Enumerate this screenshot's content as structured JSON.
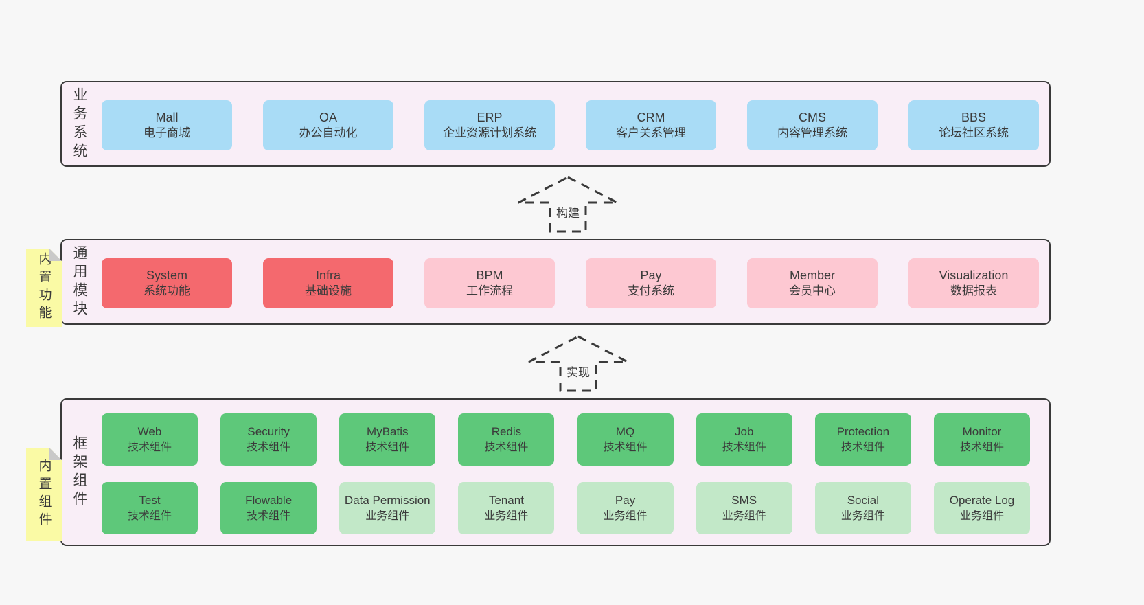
{
  "palette": {
    "page_bg": "#f7f7f7",
    "panel_bg": "#f9eef7",
    "panel_border": "#3a3a3a",
    "blue_box": "#a9dcf6",
    "red_box": "#f4696e",
    "pink_box": "#fdc8d2",
    "green_dark_box": "#5ec87a",
    "green_light_box": "#c2e8c8",
    "sticky_yellow": "#fafaa5",
    "sticky_fold_gray": "#c9c9c9",
    "text": "#3b3b3b"
  },
  "arrows": [
    {
      "label": "构建"
    },
    {
      "label": "实现"
    }
  ],
  "layers": {
    "business": {
      "side_label": "业务系统",
      "boxes": [
        {
          "name": "Mall",
          "desc": "电子商城",
          "variant": "blue"
        },
        {
          "name": "OA",
          "desc": "办公自动化",
          "variant": "blue"
        },
        {
          "name": "ERP",
          "desc": "企业资源计划系统",
          "variant": "blue"
        },
        {
          "name": "CRM",
          "desc": "客户关系管理",
          "variant": "blue"
        },
        {
          "name": "CMS",
          "desc": "内容管理系统",
          "variant": "blue"
        },
        {
          "name": "BBS",
          "desc": "论坛社区系统",
          "variant": "blue"
        }
      ]
    },
    "modules": {
      "side_label": "通用模块",
      "sticky": "内置功能",
      "boxes": [
        {
          "name": "System",
          "desc": "系统功能",
          "variant": "red"
        },
        {
          "name": "Infra",
          "desc": "基础设施",
          "variant": "red"
        },
        {
          "name": "BPM",
          "desc": "工作流程",
          "variant": "pink"
        },
        {
          "name": "Pay",
          "desc": "支付系统",
          "variant": "pink"
        },
        {
          "name": "Member",
          "desc": "会员中心",
          "variant": "pink"
        },
        {
          "name": "Visualization",
          "desc": "数据报表",
          "variant": "pink"
        }
      ]
    },
    "framework": {
      "side_label": "框架组件",
      "sticky": "内置组件",
      "rows": [
        [
          {
            "name": "Web",
            "desc": "技术组件",
            "variant": "green-dark"
          },
          {
            "name": "Security",
            "desc": "技术组件",
            "variant": "green-dark"
          },
          {
            "name": "MyBatis",
            "desc": "技术组件",
            "variant": "green-dark"
          },
          {
            "name": "Redis",
            "desc": "技术组件",
            "variant": "green-dark"
          },
          {
            "name": "MQ",
            "desc": "技术组件",
            "variant": "green-dark"
          },
          {
            "name": "Job",
            "desc": "技术组件",
            "variant": "green-dark"
          },
          {
            "name": "Protection",
            "desc": "技术组件",
            "variant": "green-dark"
          },
          {
            "name": "Monitor",
            "desc": "技术组件",
            "variant": "green-dark"
          }
        ],
        [
          {
            "name": "Test",
            "desc": "技术组件",
            "variant": "green-dark"
          },
          {
            "name": "Flowable",
            "desc": "技术组件",
            "variant": "green-dark"
          },
          {
            "name": "Data Permission",
            "desc": "业务组件",
            "variant": "green-light"
          },
          {
            "name": "Tenant",
            "desc": "业务组件",
            "variant": "green-light"
          },
          {
            "name": "Pay",
            "desc": "业务组件",
            "variant": "green-light"
          },
          {
            "name": "SMS",
            "desc": "业务组件",
            "variant": "green-light"
          },
          {
            "name": "Social",
            "desc": "业务组件",
            "variant": "green-light"
          },
          {
            "name": "Operate Log",
            "desc": "业务组件",
            "variant": "green-light"
          }
        ]
      ]
    }
  }
}
